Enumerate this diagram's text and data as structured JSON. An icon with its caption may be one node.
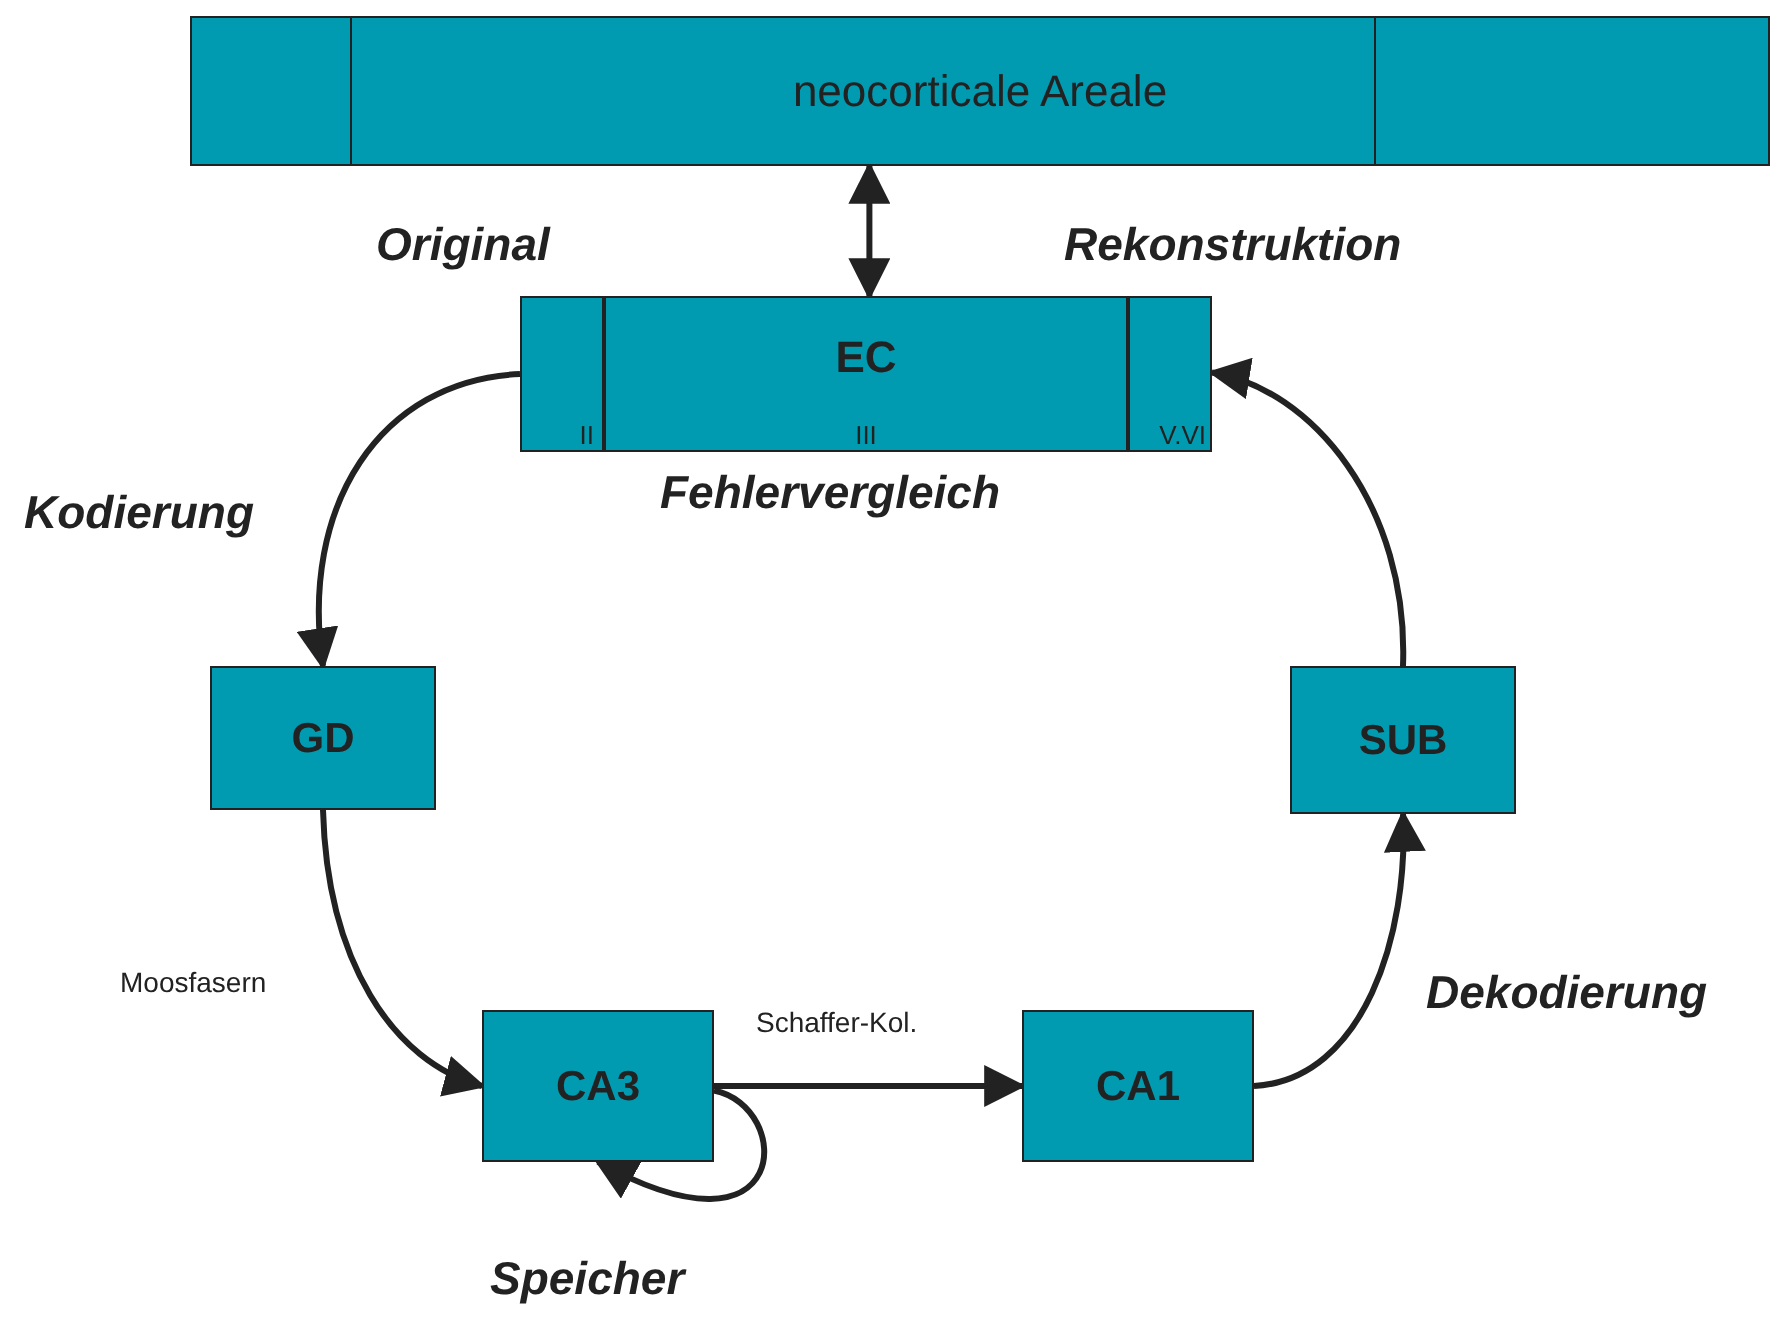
{
  "diagram": {
    "nodes": [
      {
        "text": [
          "neocorticale Areale"
        ]
      },
      {
        "text": [],
        "shape": "box"
      },
      {
        "text": [
          "II"
        ],
        "in": 1
      },
      {
        "text": [
          "EC",
          "III"
        ],
        "in": 1
      },
      {
        "text": [
          "V.VI"
        ],
        "in": 1
      },
      {
        "text": [
          "GD"
        ]
      },
      {
        "text": [
          "SUB"
        ]
      },
      {
        "text": [
          "CA3"
        ]
      },
      {
        "text": [
          "CA1"
        ]
      }
    ],
    "edges": [
      {
        "from": 0,
        "to": 1,
        "arrow": "both"
      },
      {
        "from": 2,
        "to": 5,
        "arrow": "to",
        "label": "Kodierung"
      },
      {
        "from": 5,
        "to": 7,
        "arrow": "to",
        "label": "Moosfasern"
      },
      {
        "from": 7,
        "to": 8,
        "arrow": "to",
        "label": "Schaffer-Kol."
      },
      {
        "from": 7,
        "to": 7,
        "arrow": "to",
        "label": "Speicher"
      },
      {
        "from": 8,
        "to": 6,
        "arrow": "to",
        "label": "Dekodierung"
      },
      {
        "from": 6,
        "to": 4,
        "arrow": "to",
        "label": "Rekonstruktion"
      }
    ],
    "labels": [
      "Original",
      "Fehlervergleich"
    ]
  }
}
